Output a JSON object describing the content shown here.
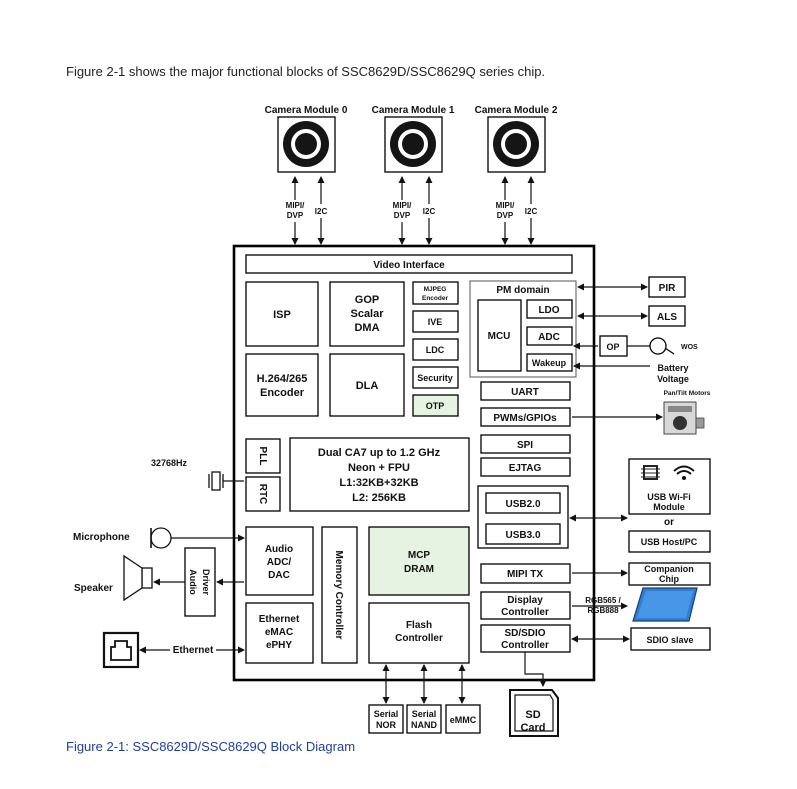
{
  "intro": "Figure 2-1 shows the major functional blocks of SSC8629D/SSC8629Q series chip.",
  "caption": "Figure 2-1: SSC8629D/SSC8629Q Block Diagram",
  "cameras": [
    {
      "label": "Camera Module 0",
      "mipi": [
        "MIPI/",
        "DVP"
      ],
      "i2c": "I2C"
    },
    {
      "label": "Camera Module 1",
      "mipi": [
        "MIPI/",
        "DVP"
      ],
      "i2c": "I2C"
    },
    {
      "label": "Camera Module 2",
      "mipi": [
        "MIPI/",
        "DVP"
      ],
      "i2c": "I2C"
    }
  ],
  "blocks": {
    "video_interface": "Video Interface",
    "isp": "ISP",
    "gop": [
      "GOP",
      "Scalar",
      "DMA"
    ],
    "mjpeg": [
      "MJPEG",
      "Encoder"
    ],
    "ive": "IVE",
    "ldc": "LDC",
    "security": "Security",
    "otp": "OTP",
    "h264": [
      "H.264/265",
      "Encoder"
    ],
    "dla": "DLA",
    "pm_domain": "PM domain",
    "mcu": "MCU",
    "pm_ldo": "LDO",
    "pm_adc": "ADC",
    "wakeup": "Wakeup",
    "uart": "UART",
    "pwm": "PWMs/GPIOs",
    "spi": "SPI",
    "ejtag": "EJTAG",
    "usb2": "USB2.0",
    "usb3": "USB3.0",
    "pll": "PLL",
    "rtc": "RTC",
    "cpu": [
      "Dual CA7 up to 1.2 GHz",
      "Neon + FPU",
      "L1:32KB+32KB",
      "L2: 256KB"
    ],
    "audio": [
      "Audio",
      "ADC/",
      "DAC"
    ],
    "memory_controller": "Memory Controller",
    "mcp": [
      "MCP",
      "DRAM"
    ],
    "ethernet": [
      "Ethernet",
      "eMAC",
      "ePHY"
    ],
    "flash": [
      "Flash",
      "Controller"
    ],
    "mipi_tx": "MIPI TX",
    "display": [
      "Display",
      "Controller"
    ],
    "sdio": [
      "SD/SDIO",
      "Controller"
    ]
  },
  "external": {
    "pir": "PIR",
    "als": "ALS",
    "op": "OP",
    "wos": "WOS",
    "battery": [
      "Battery",
      "Voltage"
    ],
    "motors": "Pan/Tilt Motors",
    "crystal": "32768Hz",
    "microphone": "Microphone",
    "speaker": "Speaker",
    "audio_driver": [
      "Audio",
      "Driver"
    ],
    "ethernet": "Ethernet",
    "wifi": [
      "USB Wi-Fi",
      "Module"
    ],
    "or": "or",
    "usb_host": "USB Host/PC",
    "companion": [
      "Companion",
      "Chip"
    ],
    "rgb": [
      "RGB565 /",
      "RGB888"
    ],
    "sdio_slave": "SDIO slave",
    "serial_nor": [
      "Serial",
      "NOR"
    ],
    "serial_nand": [
      "Serial",
      "NAND"
    ],
    "emmc": "eMMC",
    "sd_card": [
      "SD",
      "Card"
    ]
  },
  "colors": {
    "chip_border": "#000000",
    "green_block": "#e6f2e2",
    "caption": "#1f3f9f",
    "lcd_blue": "#2f7fd6"
  }
}
